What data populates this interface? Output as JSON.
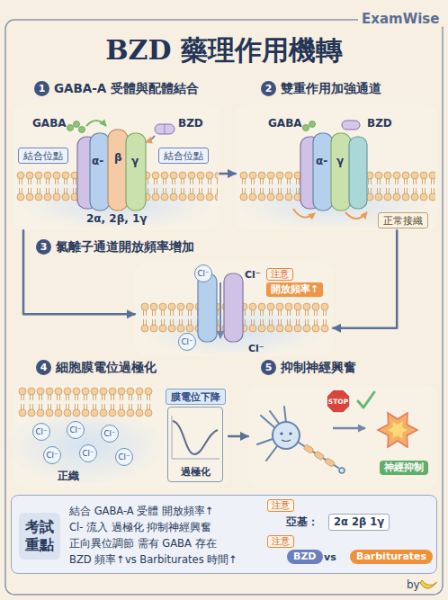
{
  "diagram": {
    "title": "BZD 藥理作用機轉",
    "nodes": [
      {
        "text": [
          "1",
          "GABA-A 受體與配體結合"
        ]
      },
      {
        "text": [
          "結合位點"
        ],
        "in": 0
      },
      {
        "text": [
          "結合位點"
        ],
        "in": 0
      },
      {
        "text": [
          "2",
          "雙重作用加強通道"
        ]
      },
      {
        "text": [
          "正常接織"
        ],
        "in": 3
      },
      {
        "text": [
          "3",
          "氯離子通道開放頻率增加"
        ]
      },
      {
        "text": [
          "Cl⁻"
        ],
        "in": 5
      },
      {
        "text": [
          "注意"
        ],
        "in": 5
      },
      {
        "text": [
          "開放頻率↑"
        ],
        "in": 5
      },
      {
        "text": [
          "Cl⁻"
        ],
        "in": 5
      },
      {
        "text": [
          "4",
          "細胞膜電位過極化"
        ]
      },
      {
        "text": [
          "膜電位下降"
        ],
        "in": 10
      },
      {
        "text": [
          "Cl⁻"
        ],
        "in": 10
      },
      {
        "text": [
          "Cl⁻"
        ],
        "in": 10
      },
      {
        "text": [
          "Cl⁻"
        ],
        "in": 10
      },
      {
        "text": [
          "Cl⁻"
        ],
        "in": 10
      },
      {
        "text": [
          "Cl⁻"
        ],
        "in": 10
      },
      {
        "text": [
          "Cl⁻"
        ],
        "in": 10
      },
      {
        "text": [
          "過極化"
        ],
        "in": 10
      },
      {
        "text": [
          "5",
          "抑制神經興奮"
        ]
      },
      {
        "text": [
          "STOP"
        ],
        "in": 19
      },
      {
        "text": [
          "神經抑制"
        ],
        "in": 19
      },
      {
        "text": [
          "結合 GABA-A 受體 開放頻率↑",
          "Cl- 流入 過極化 抑制神經興奮",
          "正向異位調節 需有 GABA 存在",
          "BZD 頻率↑vs Barbiturates 時間↑"
        ]
      },
      {
        "text": [
          "考試重點"
        ],
        "in": 22
      },
      {
        "text": [
          "注意"
        ],
        "in": 22
      },
      {
        "text": [
          "2α 2β 1γ"
        ],
        "in": 22
      },
      {
        "text": [
          "注意"
        ],
        "in": 22
      },
      {
        "text": [
          "BZD"
        ],
        "in": 22
      },
      {
        "text": [
          "Barbiturates"
        ],
        "in": 22
      }
    ],
    "edges": [
      {
        "from": 0,
        "to": 3,
        "arrow": "to"
      },
      {
        "from": 3,
        "to": 5,
        "arrow": "to"
      },
      {
        "from": 0,
        "to": 5,
        "arrow": "to"
      },
      {
        "from": 10,
        "to": 19,
        "arrow": "to"
      }
    ],
    "labels": [
      "ExamWise",
      "GABA",
      "BZD",
      "α-",
      "β",
      "γ",
      "2α, 2β, 1γ",
      "GABA",
      "BZD",
      "α-",
      "γ",
      "Cl⁻",
      "Cl⁻",
      "正織",
      "亞基：",
      "vs",
      "by"
    ]
  }
}
